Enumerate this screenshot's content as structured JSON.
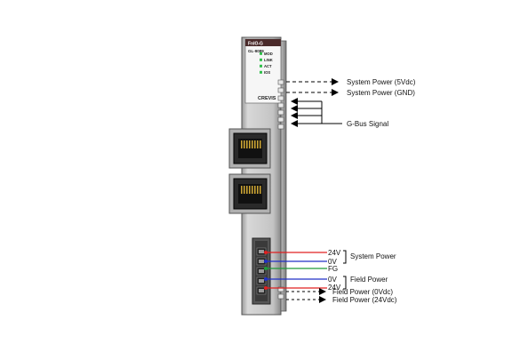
{
  "module": {
    "product_name": "FnIO-G",
    "model": "GL-9089",
    "brand": "CREVIS",
    "leds": [
      {
        "label": "MOD",
        "color": "#2fbf4a"
      },
      {
        "label": "LINK",
        "color": "#2fbf4a"
      },
      {
        "label": "ACT",
        "color": "#2fbf4a"
      },
      {
        "label": "IOS",
        "color": "#2fbf4a"
      }
    ]
  },
  "signals": {
    "system_power_5v": "System Power (5Vdc)",
    "system_power_gnd": "System Power (GND)",
    "gbus": "G-Bus Signal"
  },
  "terminals": {
    "sys_24v": "24V",
    "sys_0v": "0V",
    "system_power": "System Power",
    "fg": "FG",
    "field_0v": "0V",
    "field_24v": "24V",
    "field_power": "Field Power",
    "field_power_0v": "Field Power (0Vdc)",
    "field_power_24v": "Field Power (24Vdc)"
  },
  "colors": {
    "red": "#e02020",
    "blue": "#2030c8",
    "green": "#1f9a3a",
    "label_bg": "#4a2a2a"
  }
}
